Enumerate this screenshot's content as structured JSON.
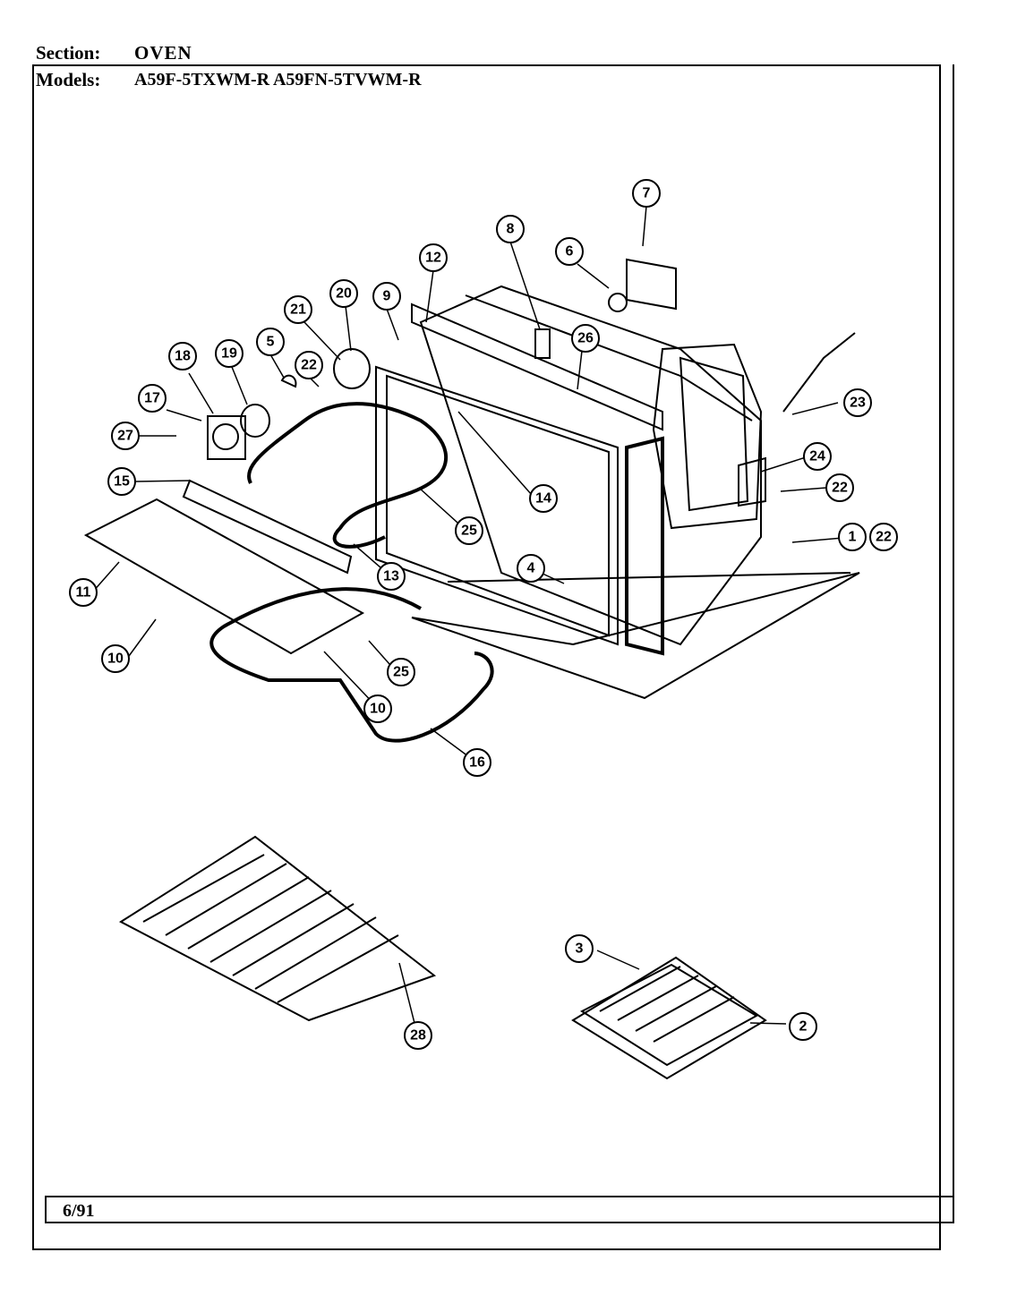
{
  "header": {
    "section_label": "Section:",
    "section_value": "OVEN",
    "models_label": "Models:",
    "models_value": "A59F-5TXWM-R  A59FN-5TVWM-R"
  },
  "footer": {
    "date": "6/91"
  },
  "callouts": [
    {
      "label": "7"
    },
    {
      "label": "8"
    },
    {
      "label": "6"
    },
    {
      "label": "12"
    },
    {
      "label": "26"
    },
    {
      "label": "20"
    },
    {
      "label": "21"
    },
    {
      "label": "9"
    },
    {
      "label": "5"
    },
    {
      "label": "22"
    },
    {
      "label": "18"
    },
    {
      "label": "19"
    },
    {
      "label": "17"
    },
    {
      "label": "27"
    },
    {
      "label": "23"
    },
    {
      "label": "24"
    },
    {
      "label": "22"
    },
    {
      "label": "1"
    },
    {
      "label": "22"
    },
    {
      "label": "15"
    },
    {
      "label": "14"
    },
    {
      "label": "25"
    },
    {
      "label": "4"
    },
    {
      "label": "13"
    },
    {
      "label": "11"
    },
    {
      "label": "10"
    },
    {
      "label": "25"
    },
    {
      "label": "10"
    },
    {
      "label": "16"
    },
    {
      "label": "3"
    },
    {
      "label": "2"
    },
    {
      "label": "28"
    }
  ]
}
